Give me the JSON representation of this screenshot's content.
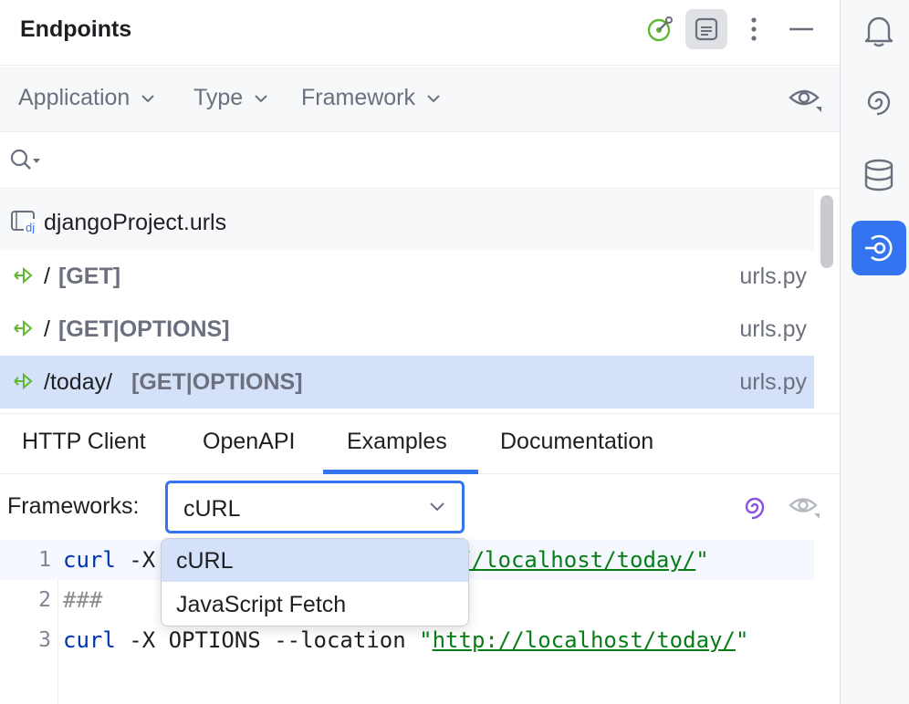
{
  "header": {
    "title": "Endpoints"
  },
  "filters": {
    "application": "Application",
    "type": "Type",
    "framework": "Framework"
  },
  "search": {
    "value": ""
  },
  "list": {
    "group": "djangoProject.urls",
    "icon_badge": "dj",
    "endpoints": [
      {
        "path": "/",
        "method": "[GET]",
        "file": "urls.py"
      },
      {
        "path": "/",
        "method": "[GET|OPTIONS]",
        "file": "urls.py"
      },
      {
        "path": "/today/",
        "method": "[GET|OPTIONS]",
        "file": "urls.py"
      }
    ]
  },
  "tabs": [
    "HTTP Client",
    "OpenAPI",
    "Examples",
    "Documentation"
  ],
  "active_tab": "Examples",
  "frameworks": {
    "label": "Frameworks:",
    "selected": "cURL",
    "options": [
      "cURL",
      "JavaScript Fetch"
    ]
  },
  "code": {
    "line_numbers": [
      "1",
      "2",
      "3"
    ],
    "line1": {
      "kw": "curl",
      "rest": " -X",
      "url_tail": "//localhost/today/",
      "quote": "\""
    },
    "line2": {
      "comment": "###"
    },
    "line3": {
      "kw": "curl",
      "rest": " -X OPTIONS --location ",
      "q1": "\"",
      "url": "http://localhost/today/",
      "q2": "\""
    }
  },
  "colors": {
    "accent": "#3574f0",
    "selection": "#d5e1f9",
    "endpoint_icon": "#5fb832"
  }
}
